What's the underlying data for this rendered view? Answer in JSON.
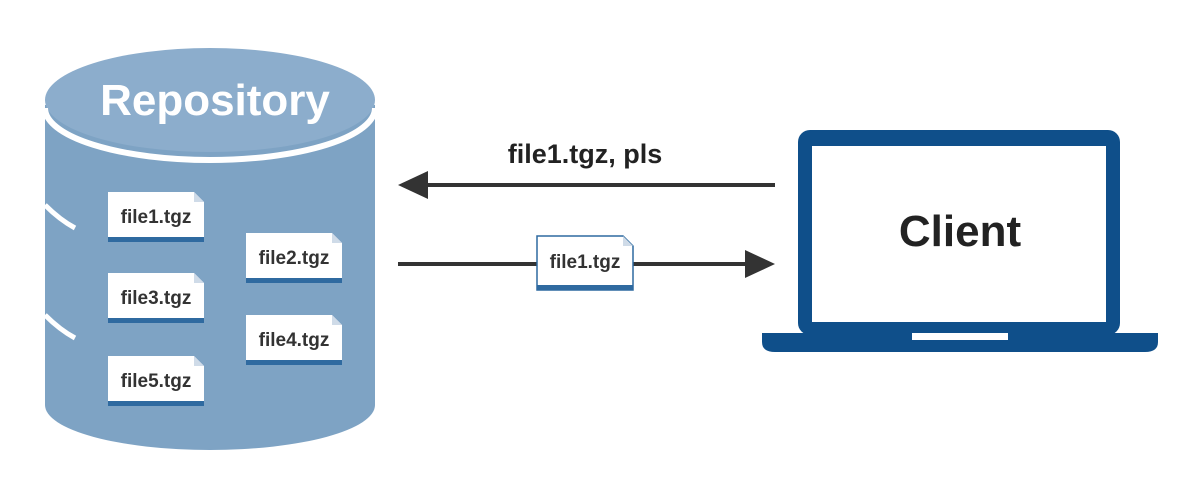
{
  "repository": {
    "label": "Repository",
    "files": [
      "file1.tgz",
      "file2.tgz",
      "file3.tgz",
      "file4.tgz",
      "file5.tgz"
    ]
  },
  "request": {
    "label": "file1.tgz, pls"
  },
  "response": {
    "file_label": "file1.tgz"
  },
  "client": {
    "label": "Client"
  },
  "colors": {
    "repository_fill": "#7ea3c4",
    "repository_top": "#8cadcc",
    "laptop_blue": "#0f4f8a",
    "arrow": "#333333",
    "text_dark": "#222222",
    "doc_border": "#2f6aa0",
    "doc_text": "#333333"
  },
  "icons": {
    "repository": "database-cylinder-icon",
    "client": "laptop-icon",
    "file": "document-icon"
  }
}
